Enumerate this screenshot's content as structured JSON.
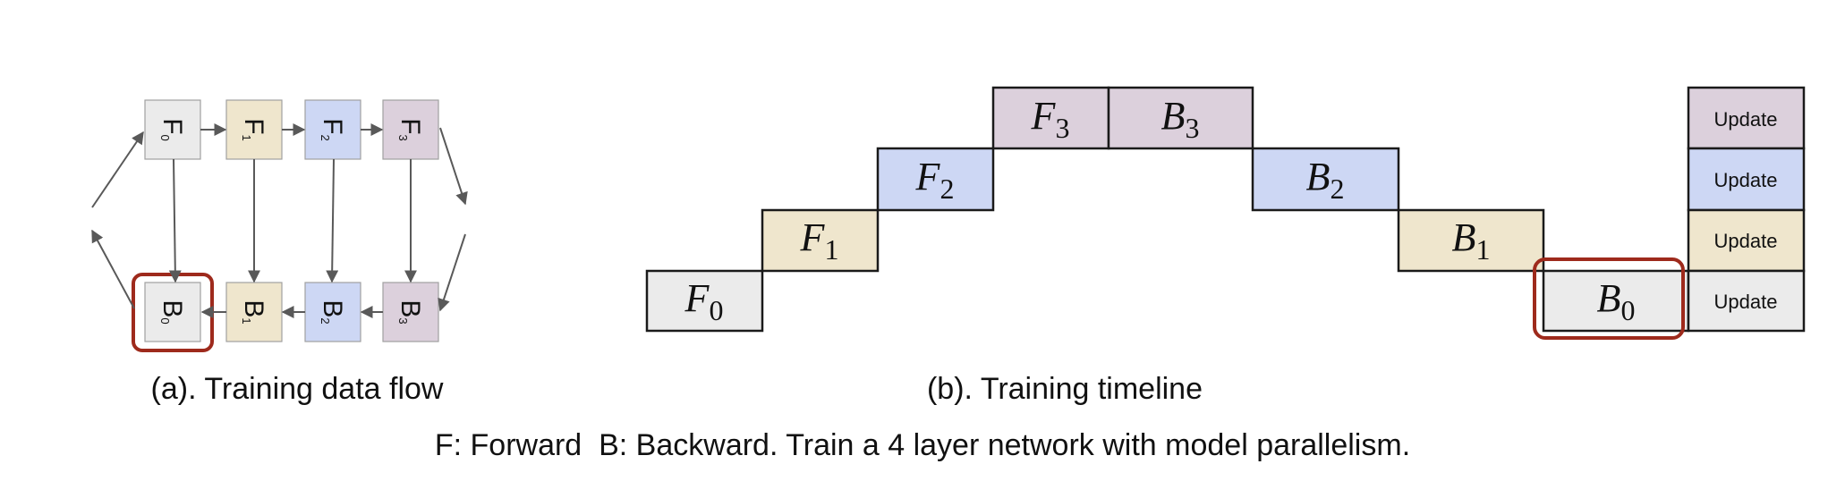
{
  "colors": {
    "layer0": "#ebebeb",
    "layer1": "#efe6cd",
    "layer2": "#cdd7f4",
    "layer3": "#dcd0dc",
    "highlight": "#9e2a1c",
    "arrow": "#595959",
    "border": "#1a1a1a"
  },
  "panel_a": {
    "caption": "(a). Training data flow",
    "forward_nodes": [
      {
        "letter": "F",
        "sub": "0"
      },
      {
        "letter": "F",
        "sub": "1"
      },
      {
        "letter": "F",
        "sub": "2"
      },
      {
        "letter": "F",
        "sub": "3"
      }
    ],
    "backward_nodes": [
      {
        "letter": "B",
        "sub": "0"
      },
      {
        "letter": "B",
        "sub": "1"
      },
      {
        "letter": "B",
        "sub": "2"
      },
      {
        "letter": "B",
        "sub": "3"
      }
    ]
  },
  "panel_b": {
    "caption": "(b). Training timeline",
    "forward_blocks": [
      {
        "letter": "F",
        "sub": "0"
      },
      {
        "letter": "F",
        "sub": "1"
      },
      {
        "letter": "F",
        "sub": "2"
      },
      {
        "letter": "F",
        "sub": "3"
      }
    ],
    "backward_blocks": [
      {
        "letter": "B",
        "sub": "3"
      },
      {
        "letter": "B",
        "sub": "2"
      },
      {
        "letter": "B",
        "sub": "1"
      },
      {
        "letter": "B",
        "sub": "0"
      }
    ],
    "update_label": "Update"
  },
  "footer_caption": "F: Forward  B: Backward. Train a 4 layer network with model parallelism."
}
